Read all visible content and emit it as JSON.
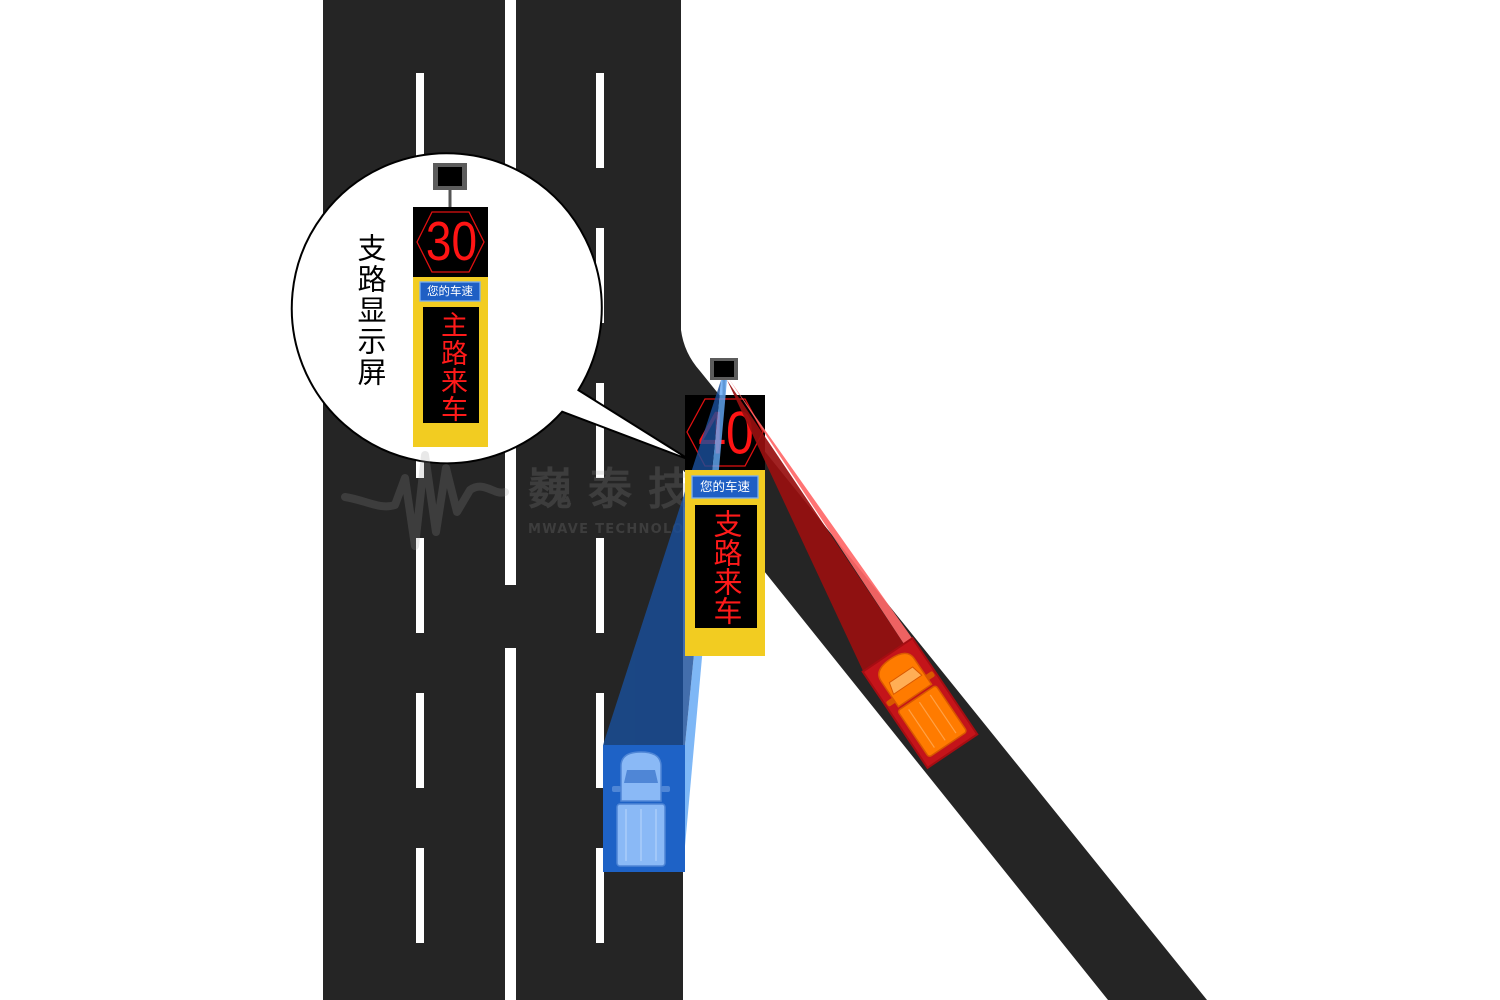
{
  "callout": {
    "label": "支路显示屏",
    "sign": {
      "speed": "30",
      "speed_label": "您的车速",
      "message": "主路来车"
    }
  },
  "main_sign": {
    "speed": "40",
    "speed_label": "您的车速",
    "message": "支路来车"
  },
  "watermark": {
    "name_cn": "巍泰技术",
    "name_en": "MWAVE TECHNOLOGY"
  },
  "icons": [
    "radar-sensor",
    "blue-car",
    "orange-car",
    "waveform-logo"
  ],
  "colors": {
    "road": "#252525",
    "lane_marking": "#ffffff",
    "sign_panel": "#000000",
    "sign_yellow": "#f2cc21",
    "sign_digits": "#ff1414",
    "display_text": "#ff1a1a",
    "label_blue": "#1f5fc4",
    "beam_blue": "#1a4f9a",
    "beam_blue_light": "#62a8f5",
    "detect_blue": "#1e62c6",
    "car_blue": "#8ab9f6",
    "beam_red": "#981010",
    "beam_red_light": "#ff6868",
    "detect_red": "#c4141a",
    "car_orange": "#ff7b00"
  }
}
